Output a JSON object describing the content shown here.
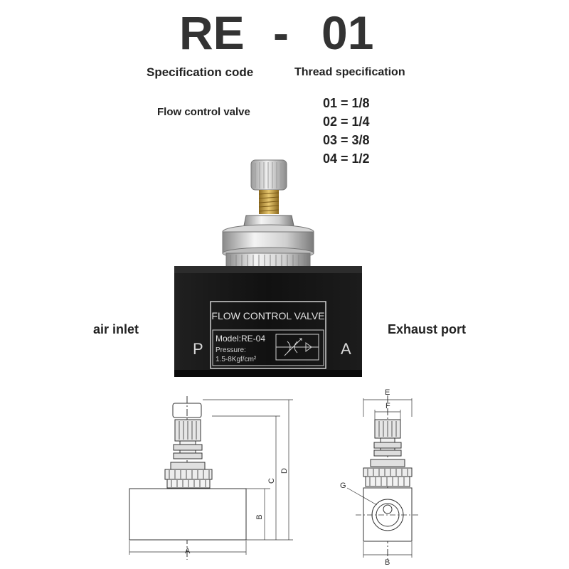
{
  "header": {
    "prefix": "RE",
    "dash": "-",
    "suffix": "01",
    "spec_code_label": "Specification code",
    "thread_spec_label": "Thread specification",
    "series_name": "Flow control valve"
  },
  "thread_options": [
    "01 = 1/8",
    "02 = 1/4",
    "03 = 3/8",
    "04 = 1/2"
  ],
  "ports": {
    "inlet_label": "air inlet",
    "exhaust_label": "Exhaust port",
    "p_mark": "P",
    "a_mark": "A"
  },
  "nameplate": {
    "title": "FLOW CONTROL VALVE",
    "model": "Model:RE-04",
    "pressure_label": "Pressure:",
    "pressure_range": "1.5-8Kgf/cm²"
  },
  "dimensions": {
    "A": "A",
    "B": "B",
    "C": "C",
    "D": "D",
    "E": "E",
    "F": "F",
    "G": "G"
  },
  "colors": {
    "body_black": "#151515",
    "brass": "#c9a64a",
    "silver": "#c8c8c8",
    "text_dark": "#222222"
  }
}
